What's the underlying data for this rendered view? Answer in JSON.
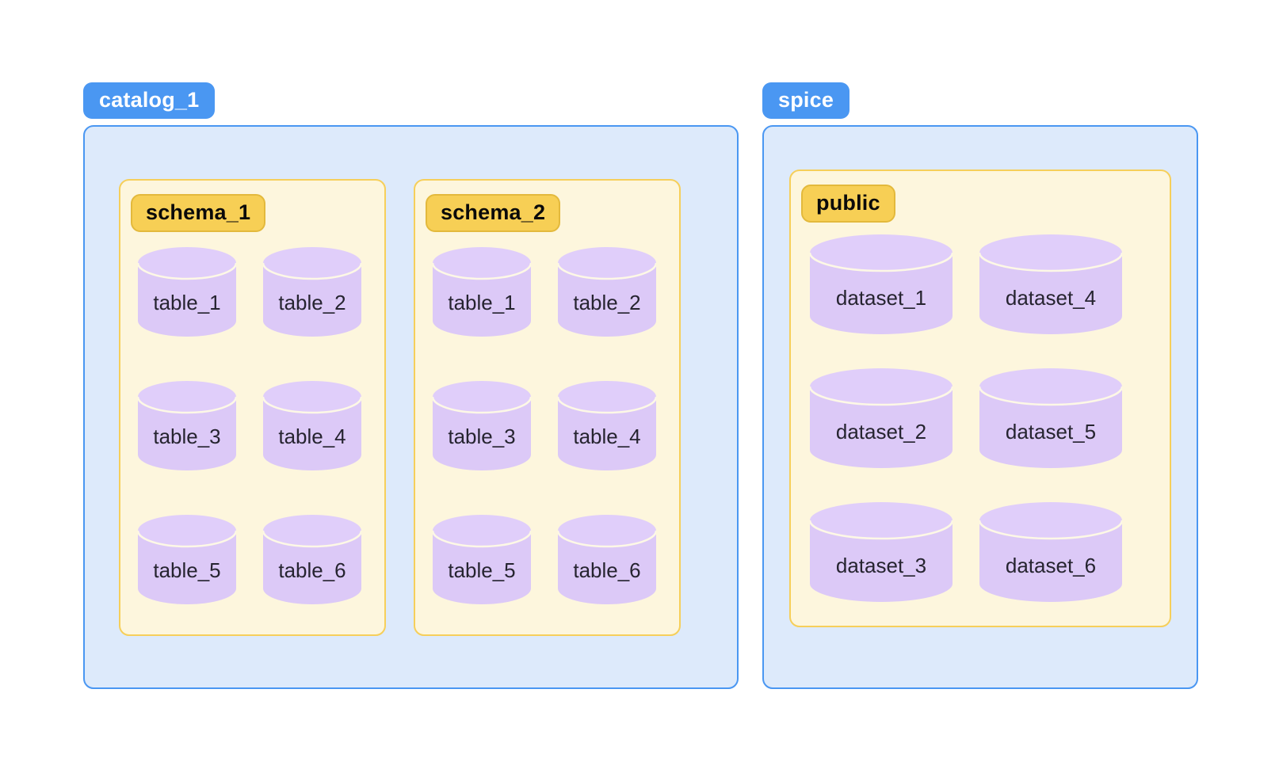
{
  "colors": {
    "catalog_fill": "#ddeafb",
    "catalog_border": "#4a97f2",
    "catalog_badge_bg": "#4a97f2",
    "catalog_badge_text": "#ffffff",
    "schema_fill": "#fdf6dd",
    "schema_border": "#f6cf5a",
    "schema_badge_bg": "#f7cf55",
    "schema_badge_border": "#e3b93c",
    "schema_badge_text": "#0a0a0a",
    "cylinder_body": "#dcc9f7",
    "cylinder_top": "#e0cefa",
    "cylinder_edge": "#fdf8e6",
    "cylinder_label": "#262430",
    "background": "#ffffff"
  },
  "diagram": {
    "type": "container-hierarchy",
    "catalogs": [
      {
        "id": "catalog_1",
        "label": "catalog_1",
        "schemas": [
          {
            "id": "schema_1",
            "label": "schema_1",
            "objects": [
              {
                "label": "table_1",
                "row": 0,
                "col": 0
              },
              {
                "label": "table_2",
                "row": 0,
                "col": 1
              },
              {
                "label": "table_3",
                "row": 1,
                "col": 0
              },
              {
                "label": "table_4",
                "row": 1,
                "col": 1
              },
              {
                "label": "table_5",
                "row": 2,
                "col": 0
              },
              {
                "label": "table_6",
                "row": 2,
                "col": 1
              }
            ]
          },
          {
            "id": "schema_2",
            "label": "schema_2",
            "objects": [
              {
                "label": "table_1",
                "row": 0,
                "col": 0
              },
              {
                "label": "table_2",
                "row": 0,
                "col": 1
              },
              {
                "label": "table_3",
                "row": 1,
                "col": 0
              },
              {
                "label": "table_4",
                "row": 1,
                "col": 1
              },
              {
                "label": "table_5",
                "row": 2,
                "col": 0
              },
              {
                "label": "table_6",
                "row": 2,
                "col": 1
              }
            ]
          }
        ]
      },
      {
        "id": "spice",
        "label": "spice",
        "schemas": [
          {
            "id": "public",
            "label": "public",
            "objects": [
              {
                "label": "dataset_1",
                "row": 0,
                "col": 0
              },
              {
                "label": "dataset_4",
                "row": 0,
                "col": 1
              },
              {
                "label": "dataset_2",
                "row": 1,
                "col": 0
              },
              {
                "label": "dataset_5",
                "row": 1,
                "col": 1
              },
              {
                "label": "dataset_3",
                "row": 2,
                "col": 0
              },
              {
                "label": "dataset_6",
                "row": 2,
                "col": 1
              }
            ]
          }
        ]
      }
    ]
  }
}
